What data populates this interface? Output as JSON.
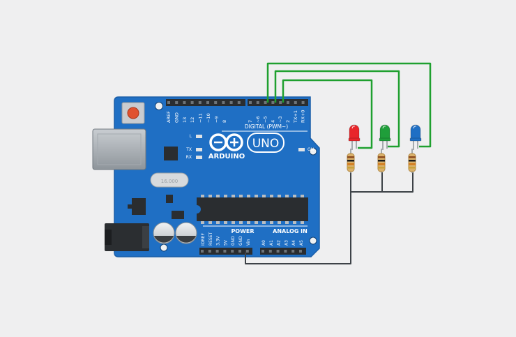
{
  "board": {
    "brand": "ARDUINO",
    "model": "UNO",
    "crystal_label": "16.000",
    "section_digital": "DIGITAL (PWM~)",
    "section_power": "POWER",
    "section_analog": "ANALOG IN",
    "led_labels": {
      "l": "L",
      "tx": "TX",
      "rx": "RX",
      "on": "ON"
    },
    "digital_pins": [
      "AREF",
      "GND",
      "13",
      "12",
      "~11",
      "~10",
      "~9",
      "8",
      "7",
      "~6",
      "~5",
      "4",
      "~3",
      "2",
      "TX+1",
      "RX+0"
    ],
    "power_pins": [
      "IOREF",
      "RESET",
      "3.3V",
      "5V",
      "GND",
      "GND",
      "Vin"
    ],
    "analog_pins": [
      "A0",
      "A1",
      "A2",
      "A3",
      "A4",
      "A5"
    ]
  },
  "leds": [
    {
      "name": "red-led",
      "color": "#e8262a"
    },
    {
      "name": "green-led",
      "color": "#1f9e3a"
    },
    {
      "name": "blue-led",
      "color": "#1f6fc4"
    }
  ],
  "colors": {
    "background": "#efeff0",
    "board": "#1f6fc4",
    "board_edge": "#1a5ea8",
    "signal_wire": "#1fa02f",
    "ground_wire": "#3d4247",
    "resistor_body": "#d9b06a"
  }
}
